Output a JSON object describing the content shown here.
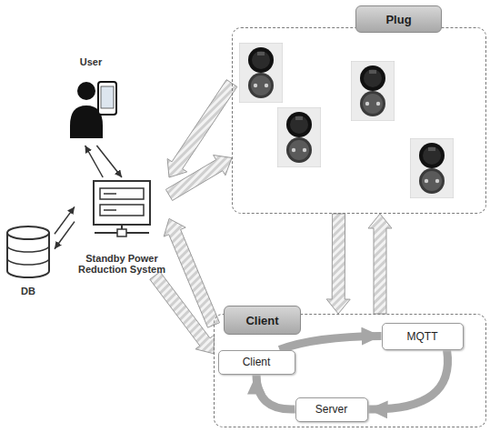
{
  "diagram": {
    "nodes": [
      {
        "text": [
          "Plug"
        ]
      },
      {
        "text": [
          "Client"
        ]
      },
      {
        "text": [
          "Client"
        ],
        "in": 1
      },
      {
        "text": [
          "MQTT"
        ],
        "in": 1
      },
      {
        "text": [
          "Server"
        ],
        "in": 1
      },
      {
        "text": [
          "User"
        ]
      },
      {
        "text": [
          "Standby Power Reduction System"
        ]
      },
      {
        "text": [
          "DB"
        ]
      }
    ],
    "edges": [
      {
        "from": 5,
        "to": 6,
        "arrow": "to"
      },
      {
        "from": 6,
        "to": 5,
        "arrow": "to"
      },
      {
        "from": 7,
        "to": 6,
        "arrow": "to"
      },
      {
        "from": 6,
        "to": 7,
        "arrow": "to"
      },
      {
        "from": 0,
        "to": 6,
        "arrow": "to"
      },
      {
        "from": 6,
        "to": 0,
        "arrow": "to"
      },
      {
        "from": 1,
        "to": 6,
        "arrow": "to"
      },
      {
        "from": 6,
        "to": 1,
        "arrow": "to"
      },
      {
        "from": 0,
        "to": 1,
        "arrow": "to"
      },
      {
        "from": 1,
        "to": 0,
        "arrow": "to"
      },
      {
        "from": 2,
        "to": 3,
        "arrow": "to"
      },
      {
        "from": 3,
        "to": 4,
        "arrow": "to"
      },
      {
        "from": 4,
        "to": 2,
        "arrow": "to"
      }
    ]
  }
}
